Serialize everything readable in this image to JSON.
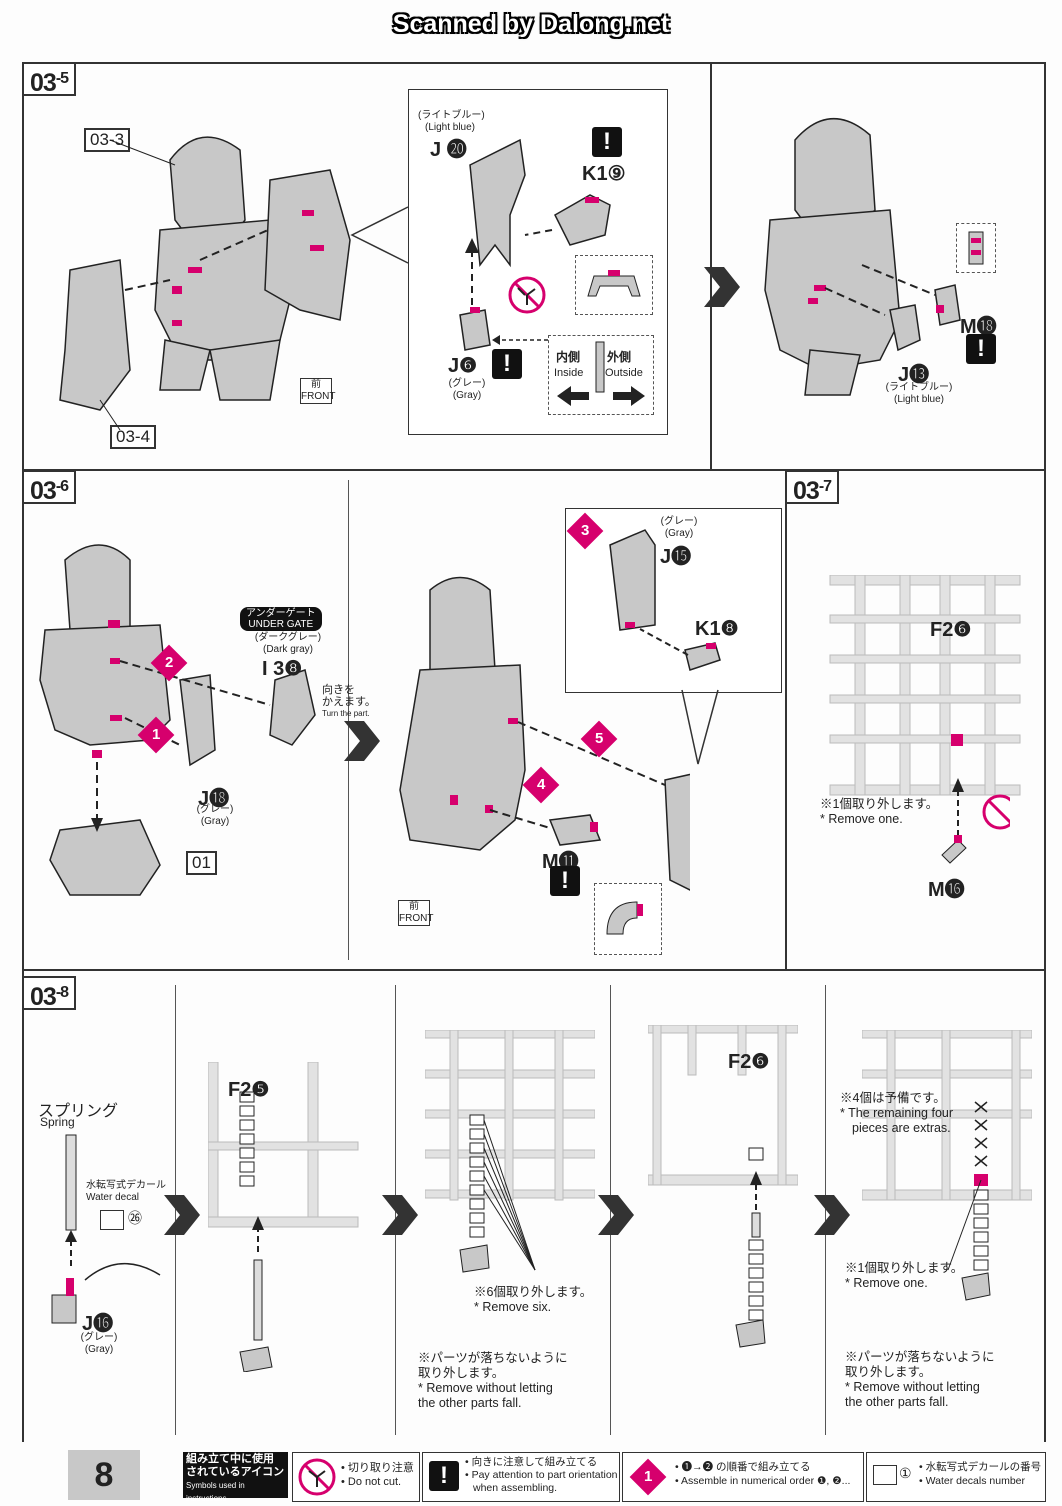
{
  "scan_credit": "Scanned by Dalong.net",
  "page_number": "8",
  "colors": {
    "accent": "#d6006d",
    "line": "#333333",
    "part": "#c8c8c8"
  },
  "steps": {
    "s035": {
      "label_main": "03",
      "label_sub": "-5",
      "ref_top": "03-3",
      "ref_bottom": "03-4",
      "front_jp": "前",
      "front_en": "FRONT",
      "inset": {
        "j20_jp": "(ライトブルー)",
        "j20_en": "(Light blue)",
        "j20": "J",
        "j20_num": "⓴",
        "k19": "K1",
        "k19_num": "⑨",
        "j6": "J",
        "j6_num": "❻",
        "j6_jp": "(グレー)",
        "j6_en": "(Gray)",
        "inside_jp": "内側",
        "inside_en": "Inside",
        "outside_jp": "外側",
        "outside_en": "Outside"
      },
      "m18": "M",
      "m18_num": "⓲",
      "j13": "J",
      "j13_num": "⓭",
      "j13_jp": "(ライトブルー)",
      "j13_en": "(Light blue)"
    },
    "s036": {
      "label_main": "03",
      "label_sub": "-6",
      "under_gate_jp": "アンダーゲート",
      "under_gate_en": "UNDER GATE",
      "i38_jp": "(ダークグレー)",
      "i38_en": "(Dark gray)",
      "i38": "I 3",
      "i38_num": "❽",
      "turn_jp1": "向きを",
      "turn_jp2": "かえます。",
      "turn_en": "Turn the part.",
      "j18": "J",
      "j18_num": "⓲",
      "j18_jp": "(グレー)",
      "j18_en": "(Gray)",
      "ref_01": "01",
      "j15_jp": "(グレー)",
      "j15_en": "(Gray)",
      "j15": "J",
      "j15_num": "⓯",
      "k18": "K1",
      "k18_num": "❽",
      "m11": "M",
      "m11_num": "⓫",
      "front_jp": "前",
      "front_en": "FRONT",
      "seq": [
        "1",
        "2",
        "3",
        "4",
        "5"
      ]
    },
    "s037": {
      "label_main": "03",
      "label_sub": "-7",
      "runner": "F2",
      "runner_num": "❻",
      "note_jp": "※1個取り外します。",
      "note_en": "* Remove one.",
      "m16": "M",
      "m16_num": "⓰"
    },
    "s038": {
      "label_main": "03",
      "label_sub": "-8",
      "spring_jp": "スプリング",
      "spring_en": "Spring",
      "decal_jp": "水転写式デカール",
      "decal_en": "Water decal",
      "decal_num": "㉖",
      "j16": "J",
      "j16_num": "⓰",
      "j16_jp": "(グレー)",
      "j16_en": "(Gray)",
      "runner_a": "F2",
      "runner_a_num": "❺",
      "remove_six_jp": "※6個取り外します。",
      "remove_six_en": "* Remove six.",
      "fall_jp1": "※パーツが落ちないように",
      "fall_jp2": "取り外します。",
      "fall_en1": "* Remove without letting",
      "fall_en2": "the other parts fall.",
      "runner_b": "F2",
      "runner_b_num": "❻",
      "extras_jp": "※4個は予備です。",
      "extras_en1": "* The remaining four",
      "extras_en2": "pieces are extras.",
      "remove_one_jp": "※1個取り外します。",
      "remove_one_en": "* Remove one.",
      "fall2_jp1": "※パーツが落ちないように",
      "fall2_jp2": "取り外します。",
      "fall2_en1": "* Remove without letting",
      "fall2_en2": "the other parts fall."
    }
  },
  "legend": {
    "title_jp1": "組み立て中に使用",
    "title_jp2": "されているアイコン",
    "title_en": "Symbols used in instructions",
    "nocut_jp": "• 切り取り注意",
    "nocut_en": "• Do not cut.",
    "attention_jp": "• 向きに注意して組み立てる",
    "attention_en1": "• Pay attention to part orientation",
    "attention_en2": "when assembling.",
    "order_jp": "• ❶→❷ の順番で組み立てる",
    "order_en": "• Assemble in numerical order ❶, ❷...",
    "decal_sym": "①",
    "decal_jp": "• 水転写式デカールの番号",
    "decal_en": "• Water decals number"
  }
}
